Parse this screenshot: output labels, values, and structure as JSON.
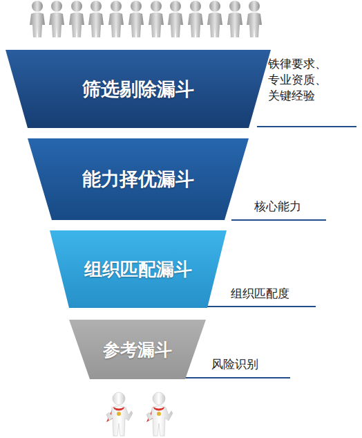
{
  "diagram": {
    "nodes": [
      {
        "text": [
          "筛选剔除漏斗"
        ]
      },
      {
        "text": [
          "能力择优漏斗"
        ]
      },
      {
        "text": [
          "组织匹配漏斗"
        ]
      },
      {
        "text": [
          "参考漏斗"
        ]
      }
    ],
    "labels": [
      "铁律要求、 专业资质、 关键经验",
      "核心能力",
      "组织匹配度",
      "风险识别"
    ]
  }
}
